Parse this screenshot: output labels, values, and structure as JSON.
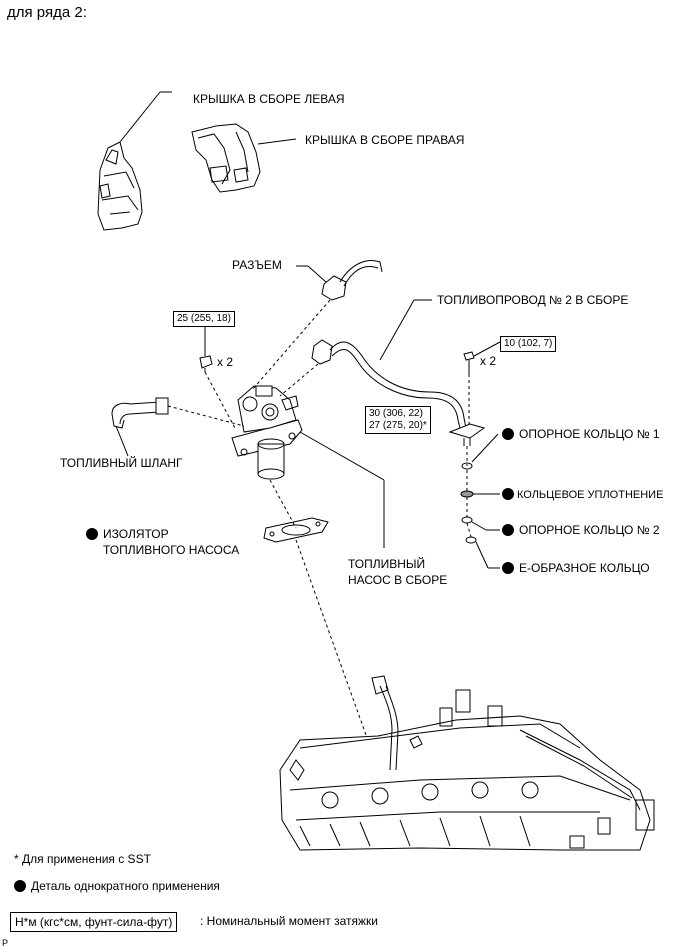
{
  "header": {
    "title": "для ряда 2:"
  },
  "labels": {
    "cover_left": "КРЫШКА В СБОРЕ ЛЕВАЯ",
    "cover_right": "КРЫШКА В СБОРЕ ПРАВАЯ",
    "connector": "РАЗЪЕМ",
    "fuel_pipe": "ТОПЛИВОПРОВОД № 2 В СБОРЕ",
    "support_ring_1": "ОПОРНОЕ КОЛЬЦО № 1",
    "o_ring": "КОЛЬЦЕВОЕ УПЛОТНЕНИЕ",
    "support_ring_2": "ОПОРНОЕ КОЛЬЦО № 2",
    "e_ring": "Е-ОБРАЗНОЕ КОЛЬЦО",
    "fuel_hose": "ТОПЛИВНЫЙ ШЛАНГ",
    "insulator_line1": "ИЗОЛЯТОР",
    "insulator_line2": "ТОПЛИВНОГО НАСОСА",
    "pump_line1": "ТОПЛИВНЫЙ",
    "pump_line2": "НАСОС В СБОРЕ",
    "qty_pump_bolts": "x 2",
    "qty_pipe_bolts": "x 2"
  },
  "torque": {
    "pump_bolt": "25 (255, 18)",
    "pipe_bolt": "10 (102, 7)",
    "pipe_nut_1": "30 (306, 22)",
    "pipe_nut_2": "27 (275, 20)*"
  },
  "legend": {
    "sst_note": "* Для применения с SST",
    "non_reusable": "Деталь однократного применения",
    "torque_unit": "Н*м (кгс*см, фунт-сила-фут)",
    "torque_desc": ": Номинальный момент затяжки"
  },
  "footer": {
    "mark": "P"
  }
}
